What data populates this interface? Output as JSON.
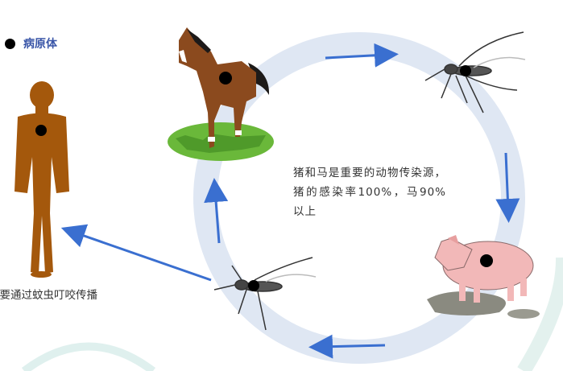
{
  "legend": {
    "label": "病原体"
  },
  "center_text": "猪和马是重要的动物传染源，猪的感染率100%，马90%以上",
  "transmission_text": "主要通过蚊虫叮咬传播",
  "colors": {
    "cycle_ring": "#dfe7f3",
    "arrow": "#3a6fd0",
    "body": "#a4580c",
    "horse": "#8b4a1e",
    "grass": "#6ab83a",
    "pig": "#f2b8b8",
    "pathogen": "#000000",
    "legend_text": "#3a56a8"
  },
  "icons": [
    "human-silhouette-icon",
    "horse-icon",
    "mosquito-icon",
    "pig-icon",
    "pathogen-dot-icon"
  ]
}
